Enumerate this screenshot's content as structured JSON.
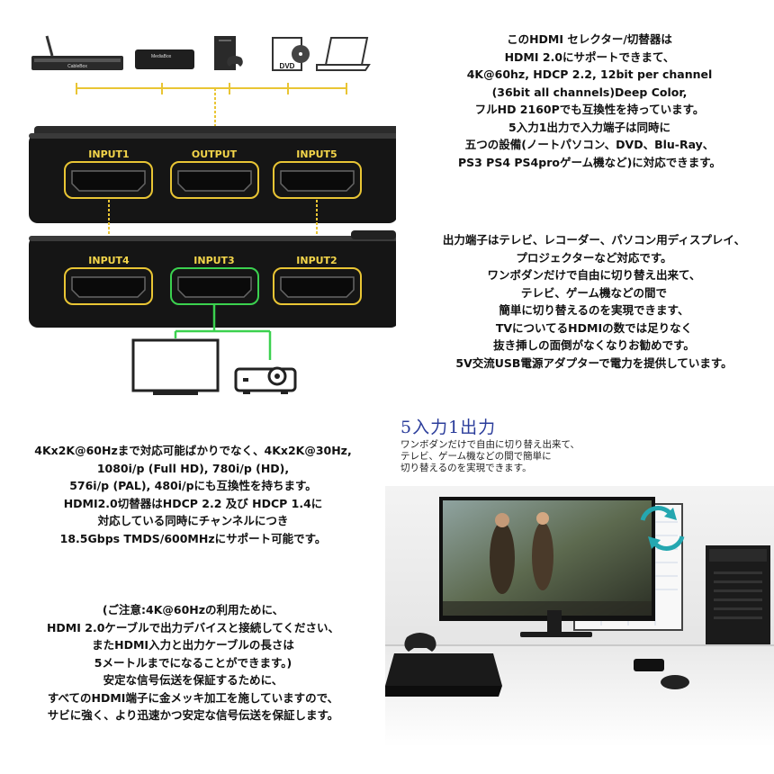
{
  "device_labels": {
    "cable_box": "CableBox",
    "media_box": "MediaBox",
    "dvd": "DVD"
  },
  "ports": {
    "top": [
      "INPUT1",
      "OUTPUT",
      "INPUT5"
    ],
    "bottom": [
      "INPUT4",
      "INPUT3",
      "INPUT2"
    ]
  },
  "block_top_right": [
    "このHDMI セレクター/切替器は",
    "HDMI 2.0にサポートできまて、",
    "4K@60hz, HDCP 2.2, 12bit per channel",
    "(36bit all channels)Deep Color,",
    "フルHD 2160Pでも互換性を持っています。",
    "5入力1出力で入力端子は同時に",
    "五つの設備(ノートパソコン、DVD、Blu-Ray、",
    "PS3 PS4 PS4proゲーム機など)に対応できます。"
  ],
  "block_mid_right": [
    "出力端子はテレビ、レコーダー、パソコン用ディスプレイ、",
    "プロジェクターなど対応です。",
    "ワンボダンだけで自由に切り替え出来て、",
    "テレビ、ゲーム機などの間で",
    "簡単に切り替えるのを実現できます、",
    "TVについてるHDMIの数では足りなく",
    "抜き挿しの面倒がなくなりお勧めです。",
    "5V交流USB電源アダプターで電力を提供しています。"
  ],
  "block_left_1": [
    "4Kx2K@60Hzまで対応可能ばかりでなく、4Kx2K@30Hz,",
    "1080i/p (Full HD), 780i/p (HD),",
    "576i/p (PAL), 480i/pにも互換性を持ちます。",
    "HDMI2.0切替器はHDCP 2.2 及び HDCP 1.4に",
    "対応している同時にチャンネルにつき",
    "18.5Gbps TMDS/600MHzにサポート可能です。"
  ],
  "block_left_2": [
    "(ご注意:4K@60Hzの利用ために、",
    "HDMI 2.0ケーブルで出力デバイスと接続してください、",
    "またHDMI入力と出力ケーブルの長さは",
    "5メートルまでになることができます。)",
    "安定な信号伝送を保証するために、",
    "すべてのHDMI端子に金メッキ加工を施していますので、",
    "サビに強く、より迅速かつ安定な信号伝送を保証します。"
  ],
  "photo_caption": {
    "title": "5入力1出力",
    "lines": [
      "ワンボダンだけで自由に切り替え出来て、",
      "テレビ、ゲーム機などの間で簡単に",
      "切り替えるのを実現できます。"
    ]
  },
  "colors": {
    "yellow": "#e9c534",
    "green": "#3bd14f",
    "caption_blue": "#2b3d9b",
    "device_black": "#1a1a1a"
  },
  "icons": [
    "cable-box-icon",
    "media-box-icon",
    "game-console-icon",
    "dvd-icon",
    "laptop-icon",
    "monitor-icon",
    "projector-icon",
    "switch-arrows-icon"
  ]
}
